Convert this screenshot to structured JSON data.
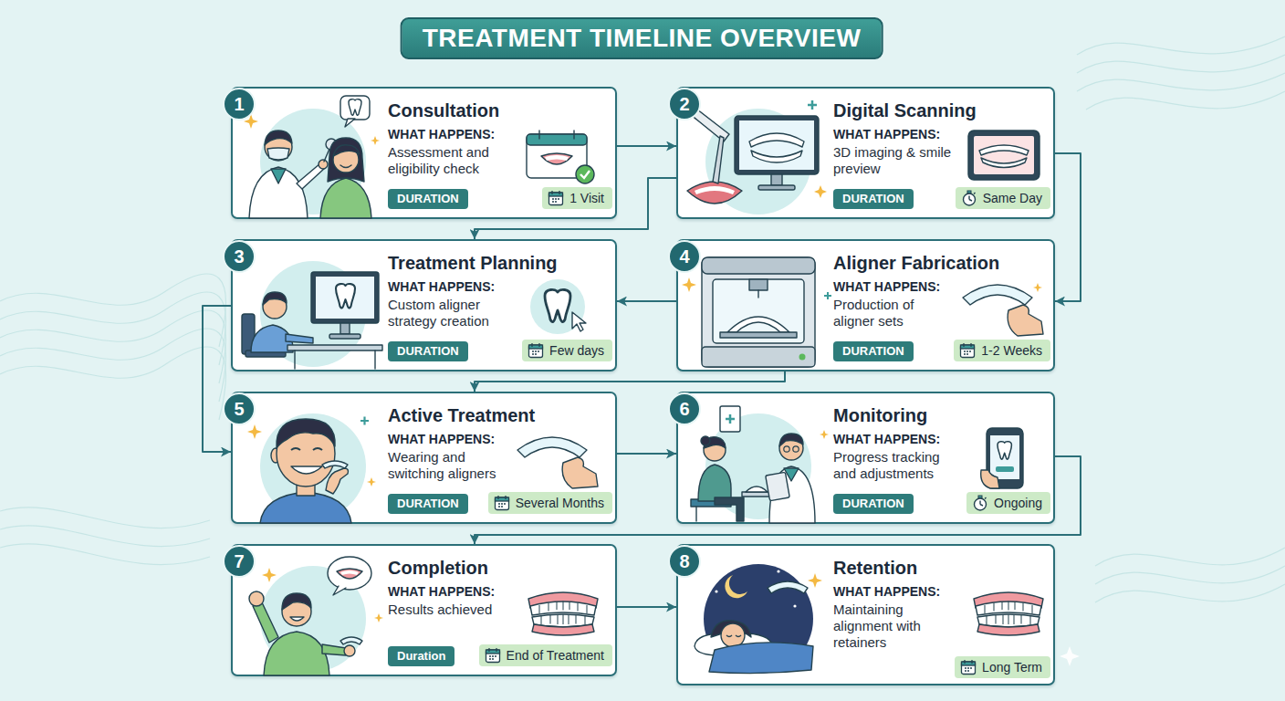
{
  "diagram": {
    "title": "TREATMENT TIMELINE OVERVIEW",
    "nodes": [
      {
        "text": [
          "Consultation",
          "WHAT HAPPENS:",
          "Assessment and eligibility check"
        ]
      },
      {
        "text": [
          "1"
        ],
        "in": 0
      },
      {
        "text": [
          "DURATION"
        ],
        "in": 0
      },
      {
        "text": [
          "1 Visit"
        ],
        "in": 0
      },
      {
        "text": [
          "Digital Scanning",
          "WHAT HAPPENS:",
          "3D imaging & smile preview"
        ]
      },
      {
        "text": [
          "2"
        ],
        "in": 4
      },
      {
        "text": [
          "DURATION"
        ],
        "in": 4
      },
      {
        "text": [
          "Same Day"
        ],
        "in": 4
      },
      {
        "text": [
          "Treatment Planning",
          "WHAT HAPPENS:",
          "Custom aligner strategy creation"
        ]
      },
      {
        "text": [
          "3"
        ],
        "in": 8
      },
      {
        "text": [
          "DURATION"
        ],
        "in": 8
      },
      {
        "text": [
          "Few days"
        ],
        "in": 8
      },
      {
        "text": [
          "Aligner Fabrication",
          "WHAT HAPPENS:",
          "Production of aligner sets"
        ]
      },
      {
        "text": [
          "4"
        ],
        "in": 12
      },
      {
        "text": [
          "DURATION"
        ],
        "in": 12
      },
      {
        "text": [
          "1-2 Weeks"
        ],
        "in": 12
      },
      {
        "text": [
          "Active Treatment",
          "WHAT HAPPENS:",
          "Wearing and switching aligners"
        ]
      },
      {
        "text": [
          "5"
        ],
        "in": 16
      },
      {
        "text": [
          "DURATION"
        ],
        "in": 16
      },
      {
        "text": [
          "Several Months"
        ],
        "in": 16
      },
      {
        "text": [
          "Monitoring",
          "WHAT HAPPENS:",
          "Progress tracking and adjustments"
        ]
      },
      {
        "text": [
          "6"
        ],
        "in": 20
      },
      {
        "text": [
          "DURATION"
        ],
        "in": 20
      },
      {
        "text": [
          "Ongoing"
        ],
        "in": 20
      },
      {
        "text": [
          "Completion",
          "WHAT HAPPENS:",
          "Results achieved"
        ]
      },
      {
        "text": [
          "7"
        ],
        "in": 24
      },
      {
        "text": [
          "Duration"
        ],
        "in": 24
      },
      {
        "text": [
          "End of Treatment"
        ],
        "in": 24
      },
      {
        "text": [
          "Retention",
          "WHAT HAPPENS:",
          "Maintaining alignment with retainers"
        ]
      },
      {
        "text": [
          "8"
        ],
        "in": 28
      },
      {
        "text": [
          "Long Term"
        ],
        "in": 28
      }
    ],
    "edges": [
      {
        "from": 0,
        "to": 4,
        "arrow": "to"
      },
      {
        "from": 4,
        "to": 8,
        "arrow": "to"
      },
      {
        "from": 4,
        "to": 12,
        "arrow": "to"
      },
      {
        "from": 12,
        "to": 8,
        "arrow": "to"
      },
      {
        "from": 8,
        "to": 16,
        "arrow": "to"
      },
      {
        "from": 12,
        "to": 16,
        "arrow": "to"
      },
      {
        "from": 16,
        "to": 20,
        "arrow": "to"
      },
      {
        "from": 20,
        "to": 24,
        "arrow": "to"
      },
      {
        "from": 24,
        "to": 28,
        "arrow": "to"
      }
    ]
  }
}
